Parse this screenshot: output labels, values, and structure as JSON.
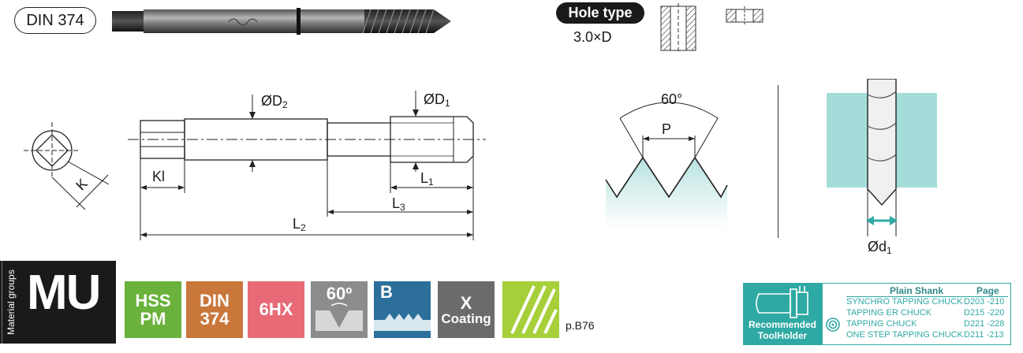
{
  "header": {
    "standard_oval": "DIN 374",
    "hole_type_label": "Hole type",
    "hole_depth": "3.0×D"
  },
  "drawing": {
    "d2_prefix": "Ø",
    "d2_symbol": "D",
    "d2_sub": "2",
    "d1_prefix": "Ø",
    "d1_symbol": "D",
    "d1_sub": "1",
    "kl": "Kl",
    "k": "K",
    "l1_symbol": "L",
    "l1_sub": "1",
    "l3_symbol": "L",
    "l3_sub": "3",
    "l2_symbol": "L",
    "l2_sub": "2",
    "angle": "60°",
    "pitch": "P",
    "drill_prefix": "Ø",
    "drill_symbol": "d",
    "drill_sub": "1"
  },
  "badges": {
    "material_groups_label": "Material groups",
    "material_code": "MU",
    "hss_line1": "HSS",
    "hss_line2": "PM",
    "din_line1": "DIN",
    "din_line2": "374",
    "tolerance": "6HX",
    "angle": "60º",
    "chamfer_type": "B",
    "coating_line1": "X",
    "coating_line2": "Coating",
    "page_ref": "p.B76"
  },
  "toolholder": {
    "label_line1": "Recommended",
    "label_line2": "ToolHolder",
    "header_name": "Plain Shank",
    "header_page": "Page",
    "rows": [
      {
        "name": "SYNCHRO TAPPING CHUCK",
        "page": "D203 -210"
      },
      {
        "name": "TAPPING ER CHUCK",
        "page": "D215 -220"
      },
      {
        "name": "TAPPING CHUCK",
        "page": "D221 -228"
      },
      {
        "name": "ONE STEP TAPPING CHUCK",
        "page": "D211 -213"
      }
    ]
  },
  "colors": {
    "hss": "#6ab23b",
    "din": "#c9773b",
    "tolerance": "#e86a77",
    "angle": "#8c8c8c",
    "chamfer": "#2b6f9a",
    "coating": "#6b6b6b",
    "spiral": "#a6cf3a",
    "accent": "#2fa9a3"
  }
}
